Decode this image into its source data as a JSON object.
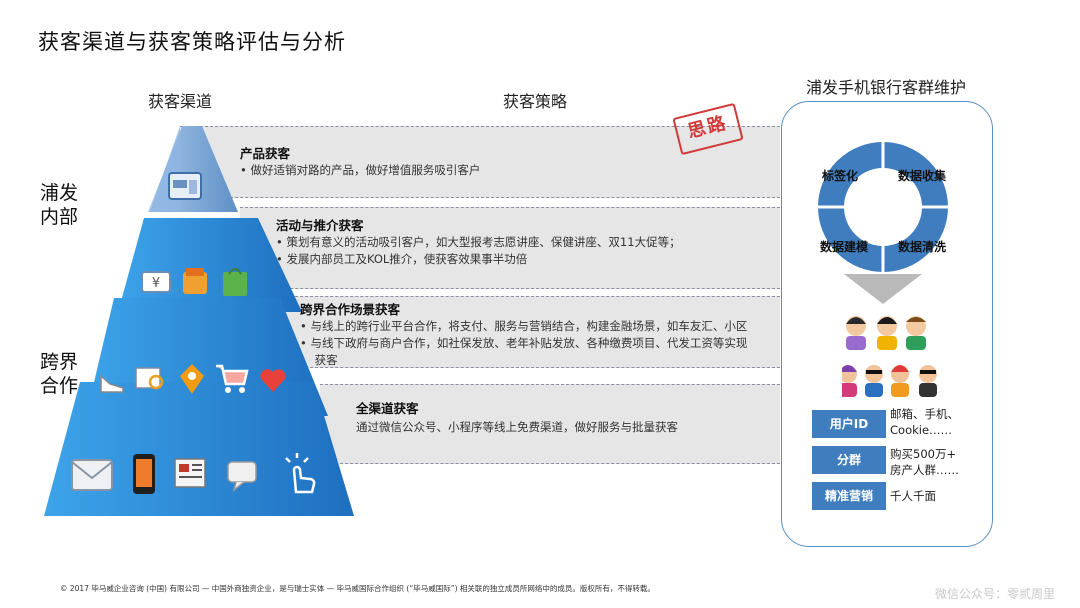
{
  "title": "获客渠道与获客策略评估与分析",
  "headers": {
    "channel": "获客渠道",
    "strategy": "获客策略",
    "maintenance": "浦发手机银行客群维护"
  },
  "side_labels": {
    "internal": "浦发\n内部",
    "crossborder": "跨界\n合作"
  },
  "stamp": "思路",
  "strategies": [
    {
      "title": "产品获客",
      "bullets": [
        "•  做好适销对路的产品，做好增值服务吸引客户"
      ]
    },
    {
      "title": "活动与推介获客",
      "bullets": [
        "•  策划有意义的活动吸引客户，如大型报考志愿讲座、保健讲座、双11大促等；",
        "•  发展内部员工及KOL推介，使获客效果事半功倍"
      ]
    },
    {
      "title": "跨界合作场景获客",
      "bullets": [
        "•  与线上的跨行业平台合作，将支付、服务与营销结合，构建金融场景，如车友汇、小区",
        "•  与线下政府与商户合作，如社保发放、老年补贴发放、各种缴费项目、代发工资等实现",
        "    获客"
      ]
    },
    {
      "title": "全渠道获客",
      "bullets": [
        "通过微信公众号、小程序等线上免费渠道，做好服务与批量获客"
      ]
    }
  ],
  "cycle": [
    "标签化",
    "数据收集",
    "数据建模",
    "数据清洗"
  ],
  "tags": [
    {
      "label": "用户ID",
      "desc": "邮箱、手机、\nCookie……"
    },
    {
      "label": "分群",
      "desc": "购买500万+\n房产人群……"
    },
    {
      "label": "精准营销",
      "desc": "千人千面"
    }
  ],
  "footer": "© 2017 毕马威企业咨询 (中国) 有限公司 — 中国外商独资企业，是与瑞士实体 — 毕马威国际合作组织 (“毕马威国际”) 相关联的独立成员所网络中的成员。版权所有，不得转载。",
  "watermark": "微信公众号：零贰周里",
  "colors": {
    "accent": "#3f7dbf",
    "pyramid_light": "#2e9be6",
    "pyramid_dark": "#1f6fc0",
    "stamp": "#d23a3a",
    "band": "#e6e6e6"
  }
}
